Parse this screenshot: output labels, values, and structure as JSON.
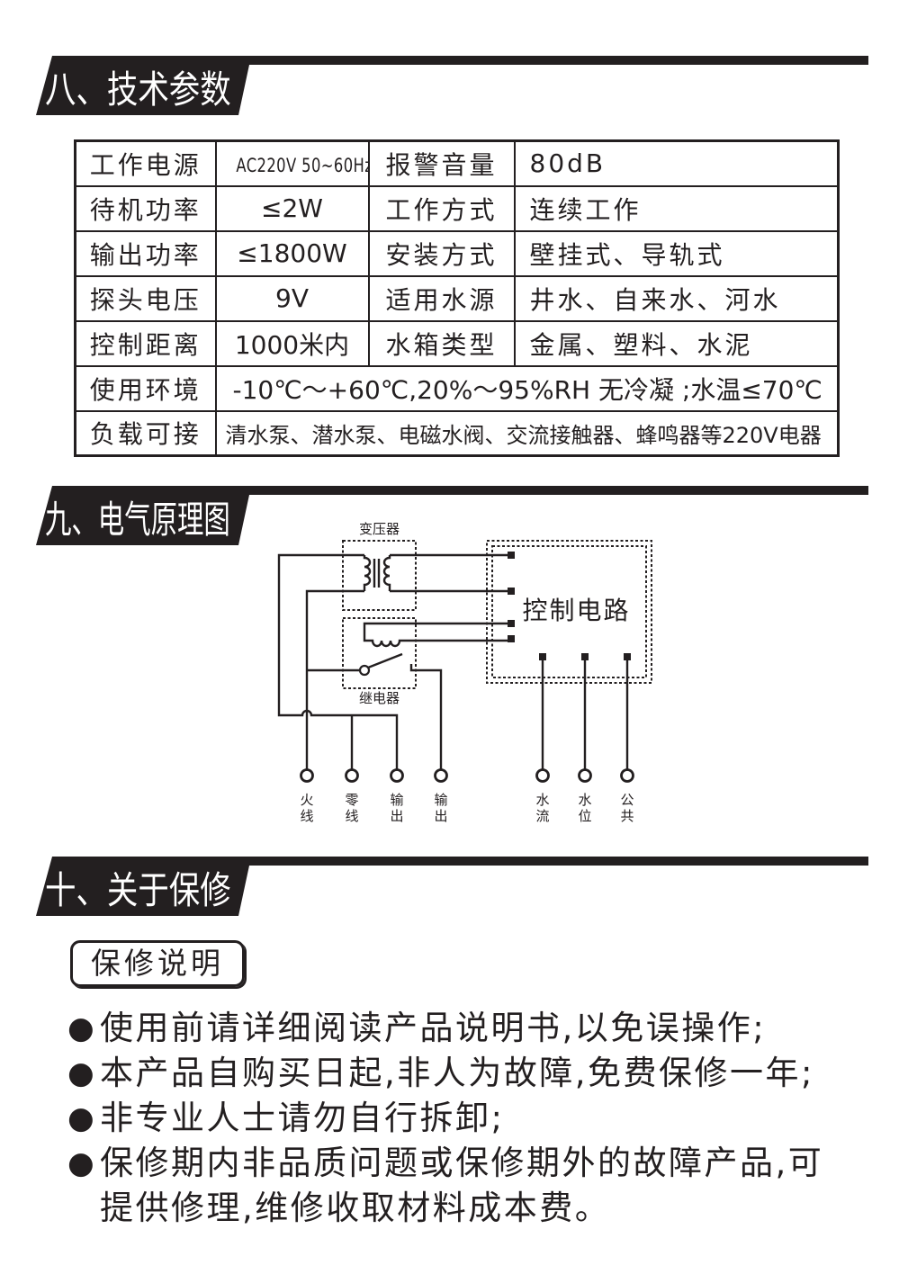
{
  "page": {
    "ink_color": "#231f20",
    "paper_color": "#ffffff"
  },
  "section_specs": {
    "title": "八、技术参数"
  },
  "specs_table": {
    "rows": [
      {
        "name": "工作电源",
        "value": "AC220V 50~60Hz",
        "name2": "报警音量",
        "value2": "80dB"
      },
      {
        "name": "待机功率",
        "value": "≤2W",
        "name2": "工作方式",
        "value2": "连续工作"
      },
      {
        "name": "输出功率",
        "value": "≤1800W",
        "name2": "安装方式",
        "value2": "壁挂式、导轨式"
      },
      {
        "name": "探头电压",
        "value": "9V",
        "name2": "适用水源",
        "value2": "井水、自来水、河水"
      },
      {
        "name": "控制距离",
        "value": "1000米内",
        "name2": "水箱类型",
        "value2": "金属、塑料、水泥"
      },
      {
        "name": "使用环境",
        "value": "-10℃～+60℃,20%～95%RH 无冷凝 ;水温≤70℃"
      },
      {
        "name": "负载可接",
        "value": "清水泵、潜水泵、电磁水阀、交流接触器、蜂鸣器等220V电器"
      }
    ]
  },
  "section_diagram": {
    "title": "九、电气原理图"
  },
  "diagram": {
    "transformer_label": "变压器",
    "relay_label": "继电器",
    "control_label": "控制电路",
    "terminals": [
      {
        "label": "火线"
      },
      {
        "label": "零线"
      },
      {
        "label": "输出"
      },
      {
        "label": "输出"
      },
      {
        "label": "水流"
      },
      {
        "label": "水位"
      },
      {
        "label": "公共"
      }
    ]
  },
  "section_warranty": {
    "title": "十、关于保修"
  },
  "warranty": {
    "heading": "保修说明",
    "bullet_symbol": "●",
    "items": [
      {
        "lines": [
          "使用前请详细阅读产品说明书,以免误操作;"
        ]
      },
      {
        "lines": [
          "本产品自购买日起,非人为故障,免费保修一年;"
        ]
      },
      {
        "lines": [
          "非专业人士请勿自行拆卸;"
        ]
      },
      {
        "lines": [
          "保修期内非品质问题或保修期外的故障产品,可",
          "提供修理,维修收取材料成本费。"
        ]
      }
    ]
  }
}
